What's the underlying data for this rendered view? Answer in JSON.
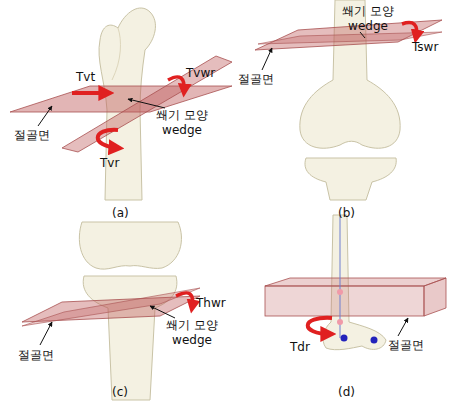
{
  "diagram": {
    "labels": [
      "Tvt",
      "Tvwr",
      "절골면",
      "쐐기 모양 wedge",
      "Tvr",
      "(a)",
      "Tswr",
      "절골면",
      "쐐기 모양 wedge",
      "(b)",
      "Thwr",
      "절골면",
      "쐐기 모양 wedge",
      "(c)",
      "Tdr",
      "절골면",
      "(d)"
    ]
  }
}
